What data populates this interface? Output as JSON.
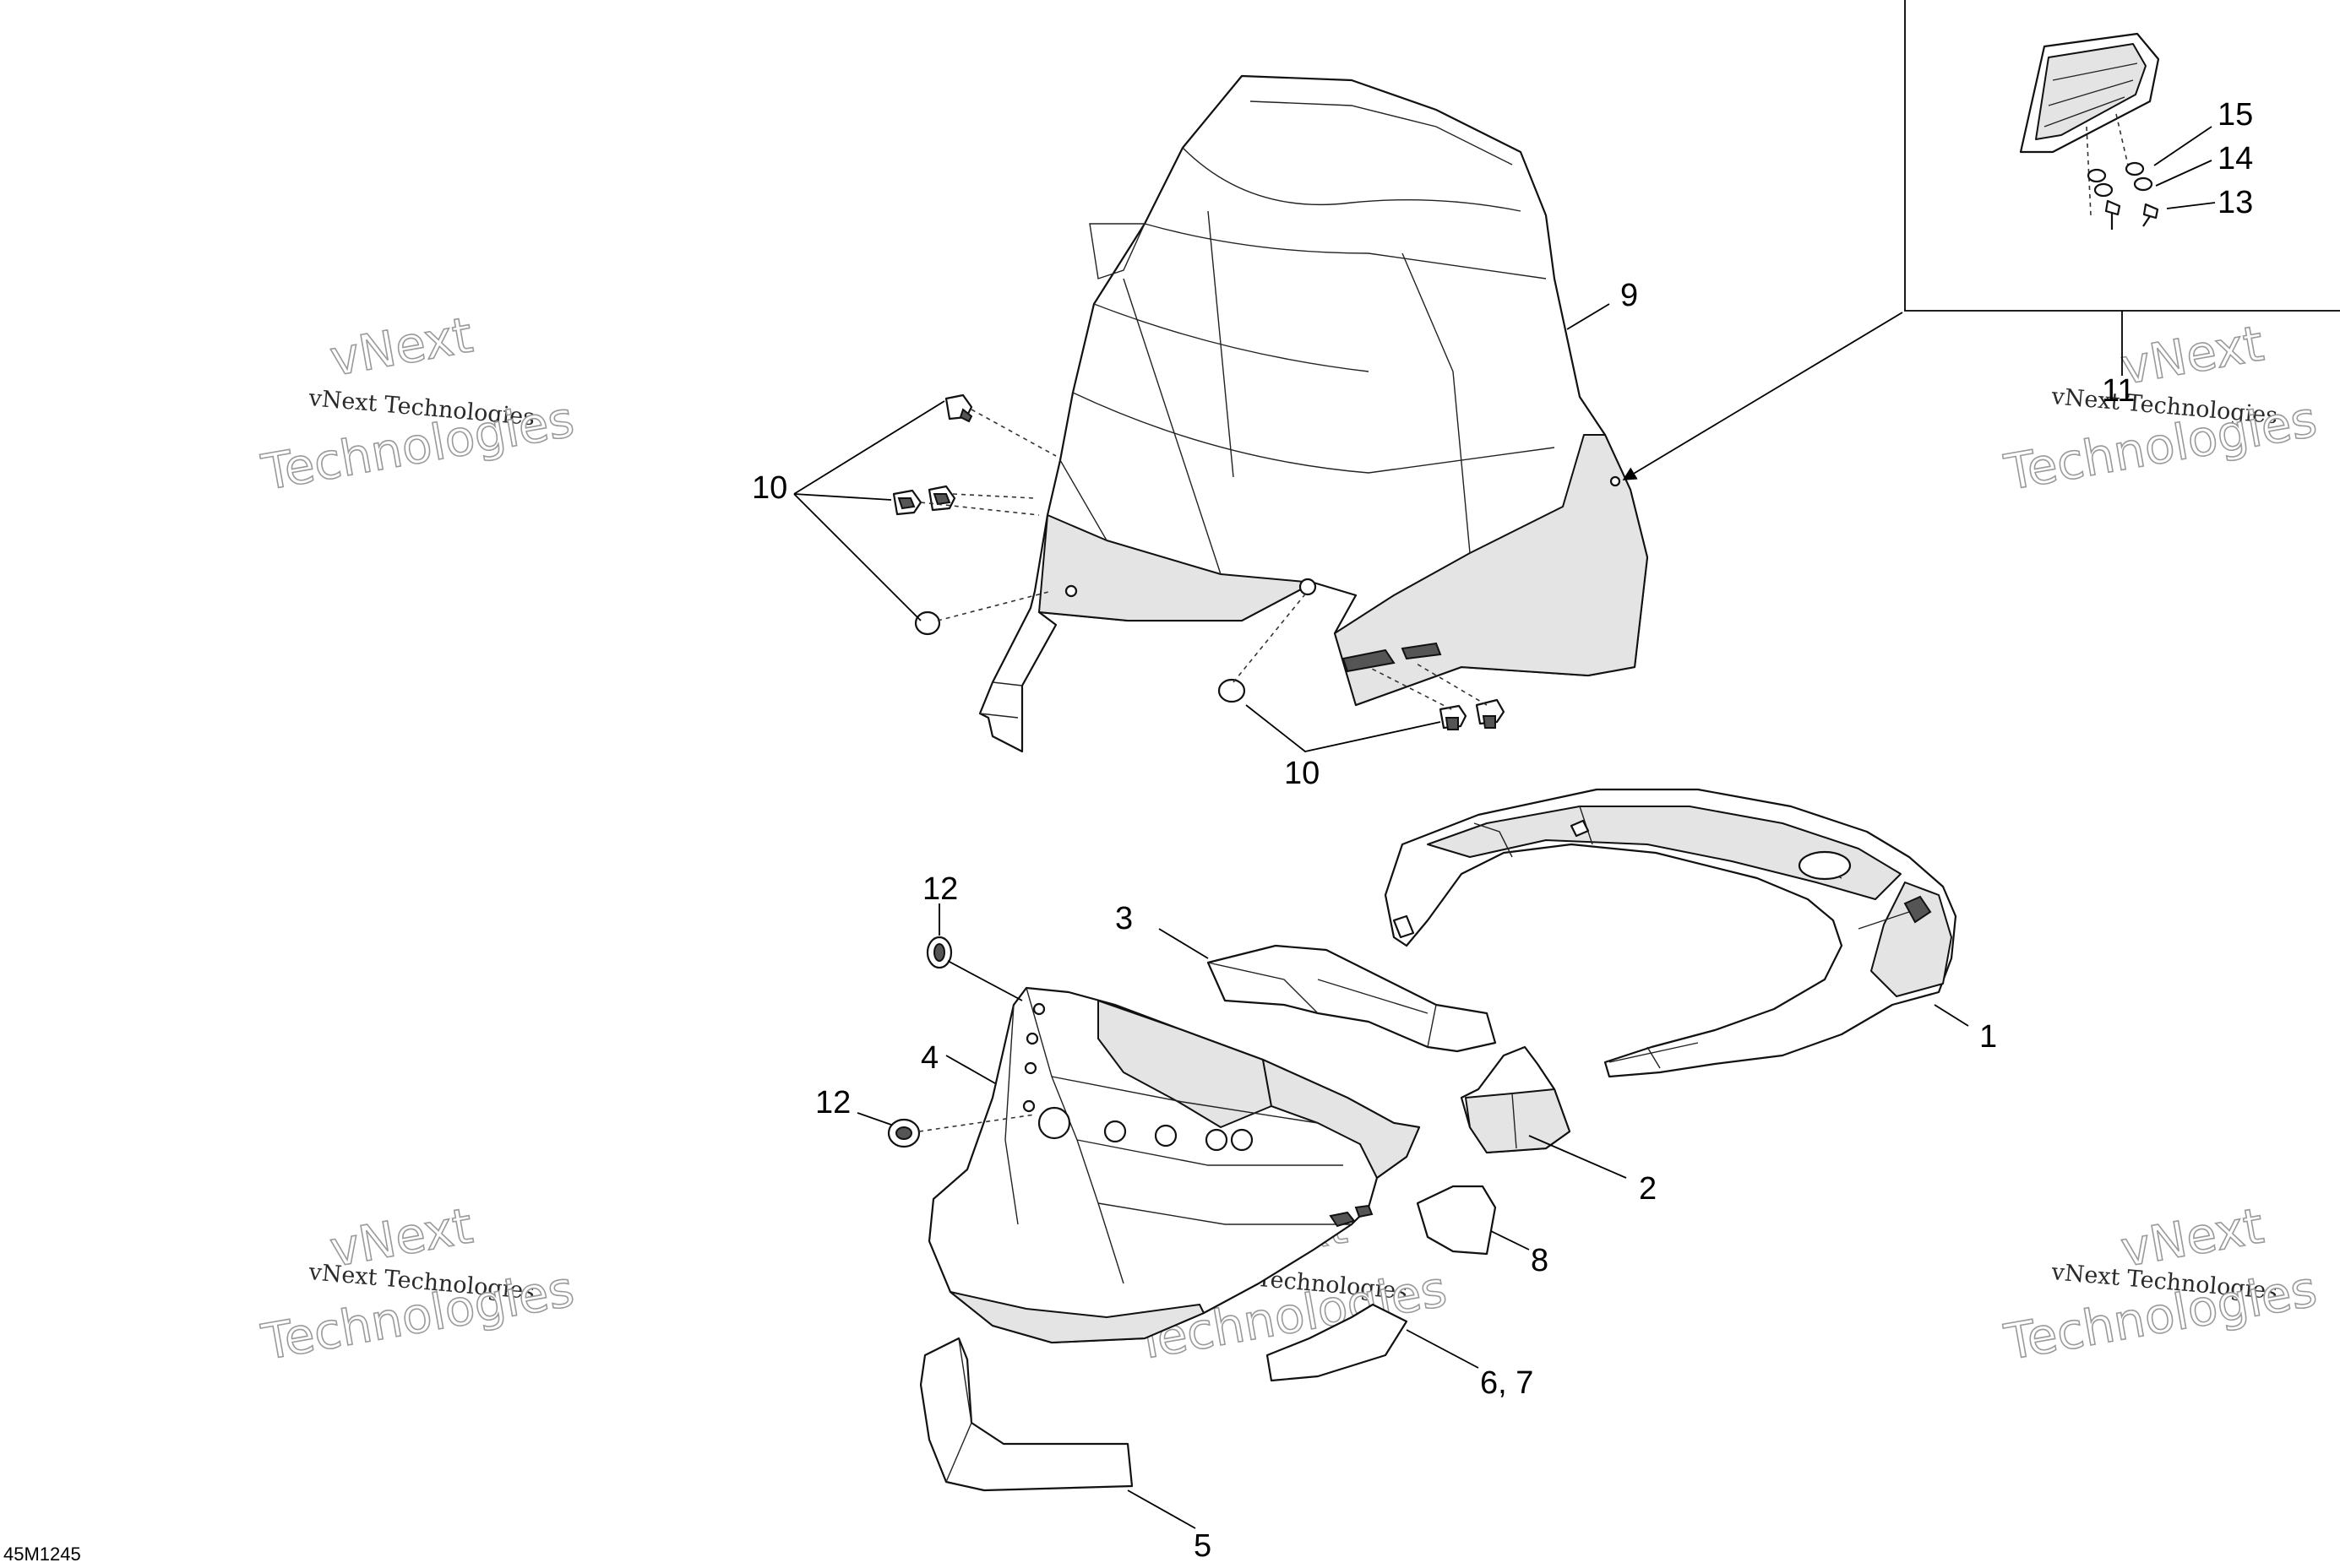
{
  "figure_id": "45M1245",
  "watermark": {
    "line1": "vNext",
    "line2": "vNext Technologies",
    "line3": "Technologies"
  },
  "callouts": {
    "c1": "1",
    "c2": "2",
    "c3": "3",
    "c4": "4",
    "c5": "5",
    "c6_7": "6, 7",
    "c8": "8",
    "c9": "9",
    "c10_left": "10",
    "c10_bottom": "10",
    "c11": "11",
    "c12_top": "12",
    "c12_mid": "12",
    "c13": "13",
    "c14": "14",
    "c15": "15"
  }
}
